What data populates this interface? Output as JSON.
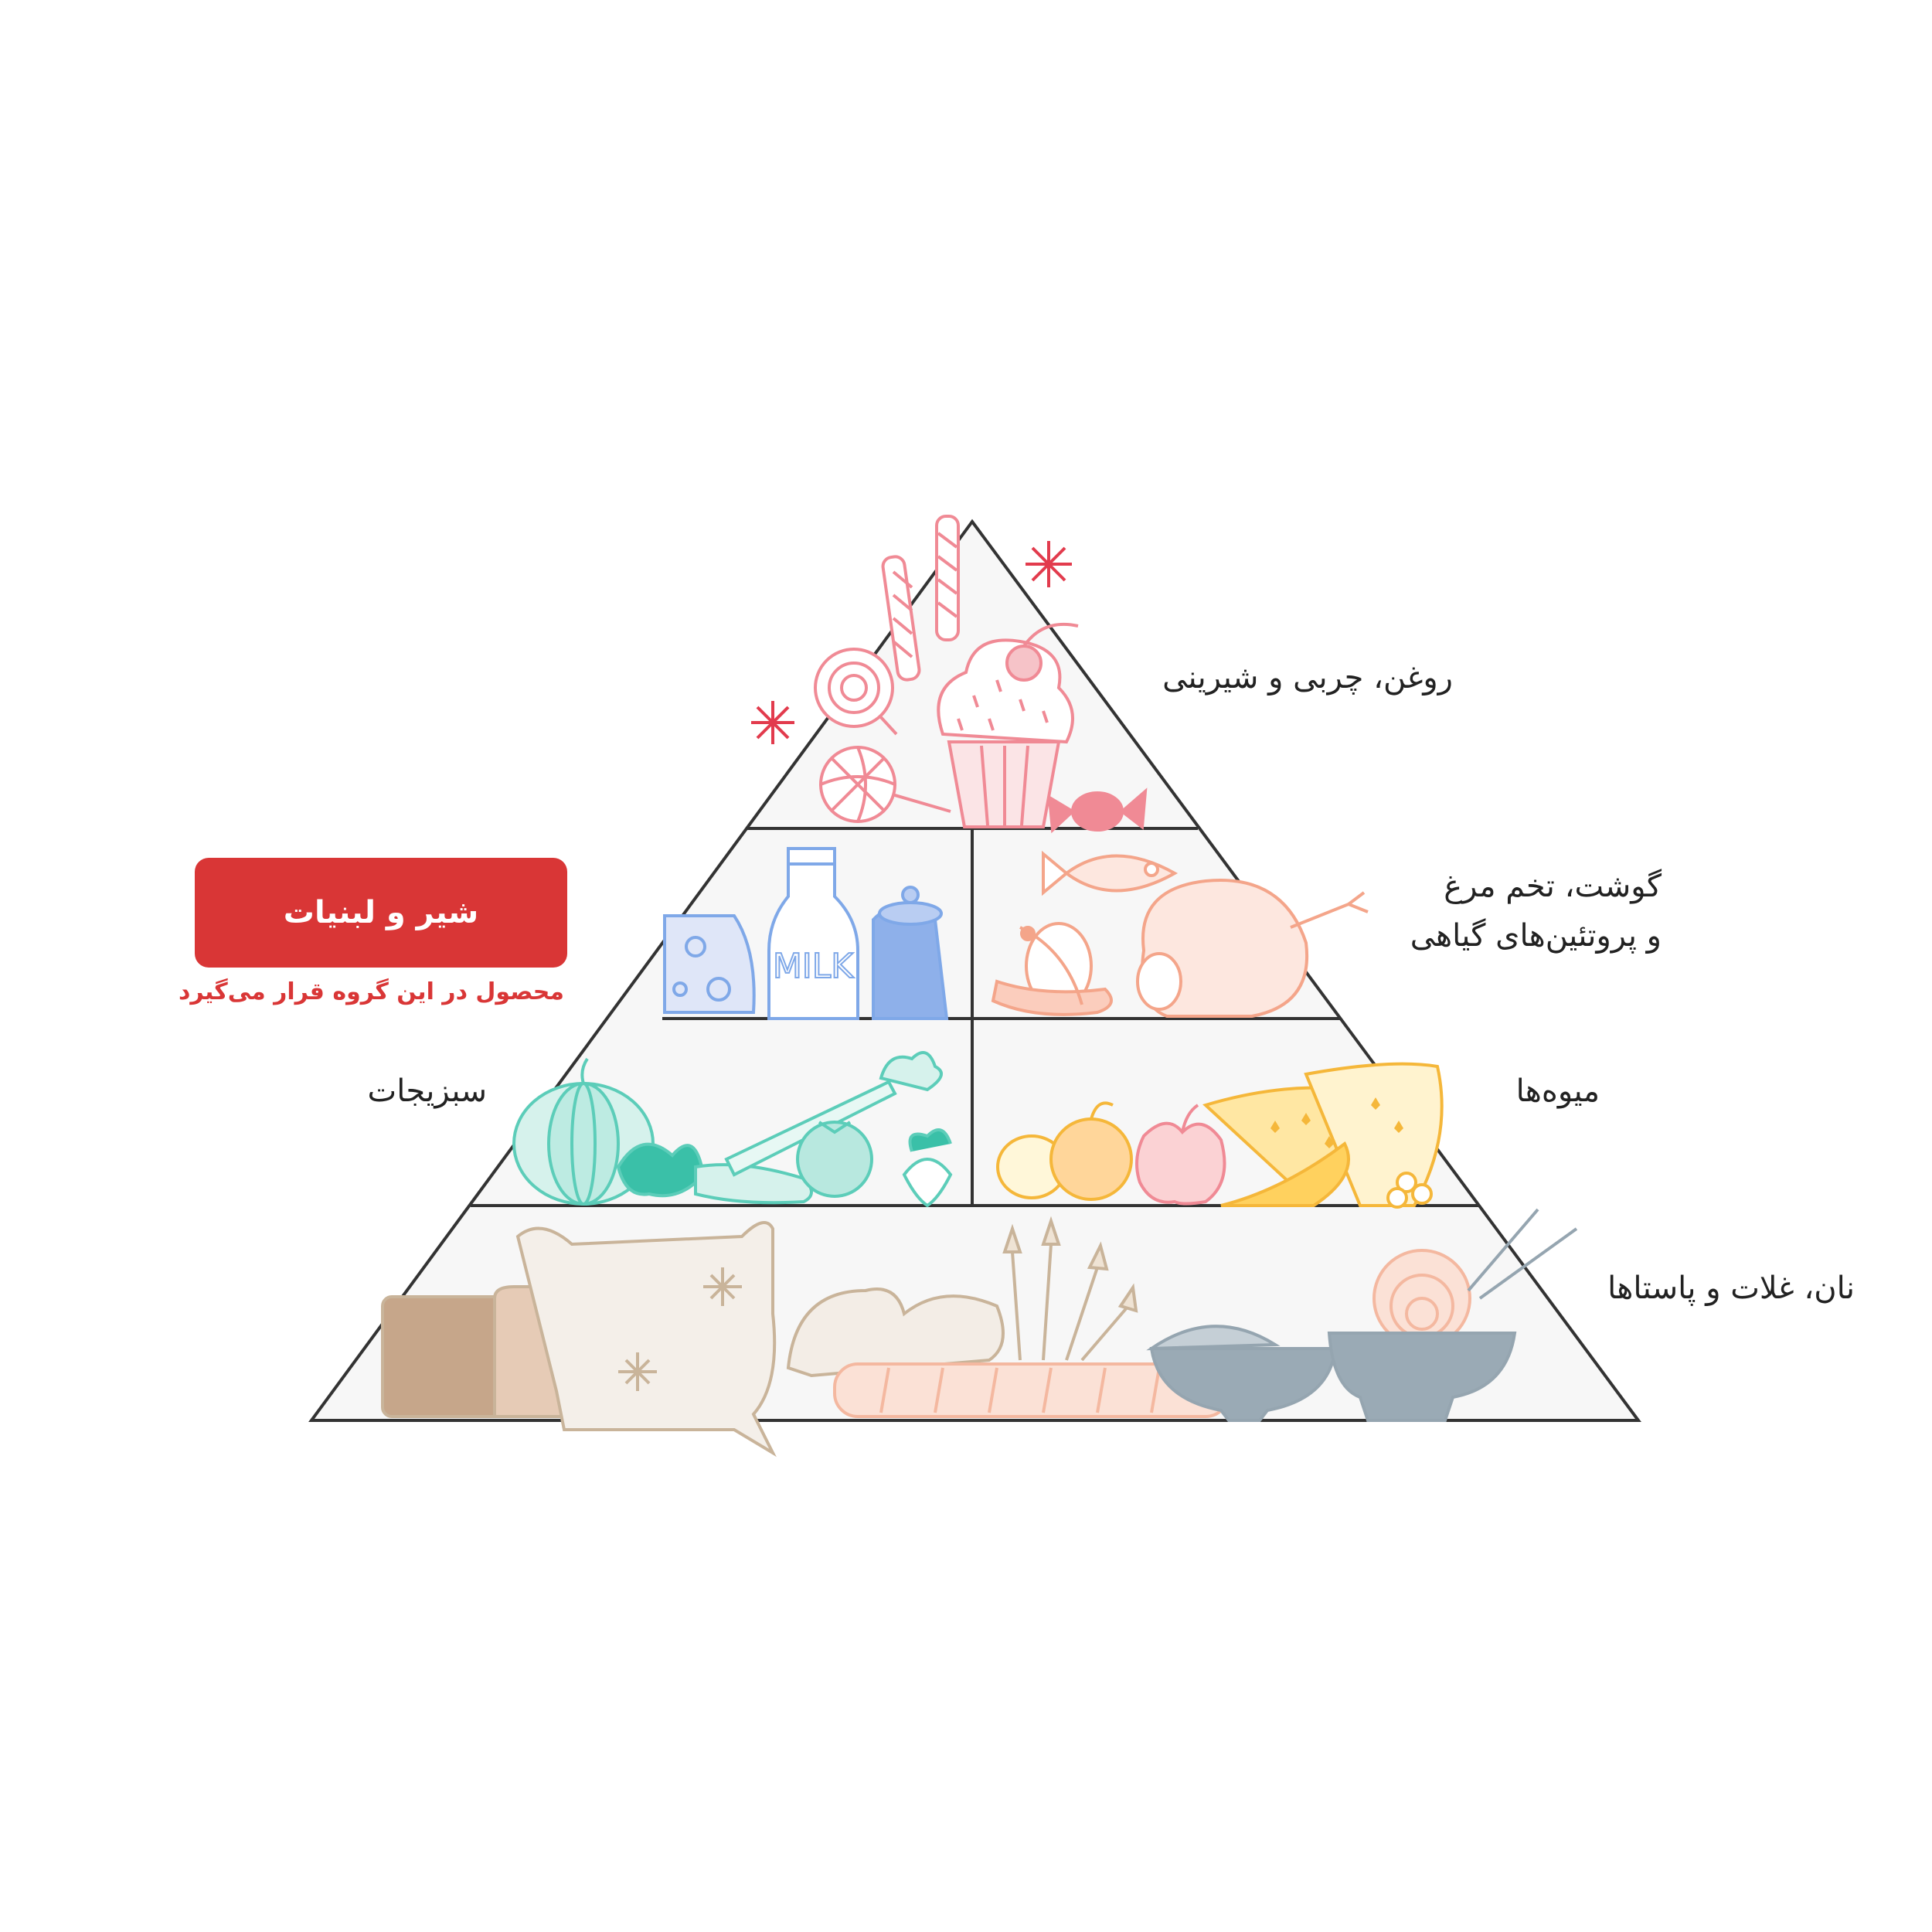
{
  "pyramid": {
    "tiers": {
      "sweets": {
        "label": "روغن، چربی و شیرینی",
        "color": "#f08a95"
      },
      "protein": {
        "label_line1": "گوشت، تخم مرغ",
        "label_line2": "و پروتئین‌های گیاهی",
        "color": "#f4a58a"
      },
      "dairy": {
        "callout_title": "شیر و لبنیات",
        "callout_subtitle": "محصول در این گروه قرار می‌گیرد",
        "color": "#7fa8e8",
        "milk_text": "MILK"
      },
      "vegetables": {
        "label": "سبزیجات",
        "color": "#5ccdb9"
      },
      "fruits": {
        "label": "میوه‌ها",
        "color": "#f5b73a"
      },
      "grains": {
        "label": "نان، غلات و پاستاها",
        "color": "#c9b49a"
      }
    },
    "outline_color": "#333333",
    "fill_color": "#f7f7f7",
    "accent": "#d93636"
  }
}
